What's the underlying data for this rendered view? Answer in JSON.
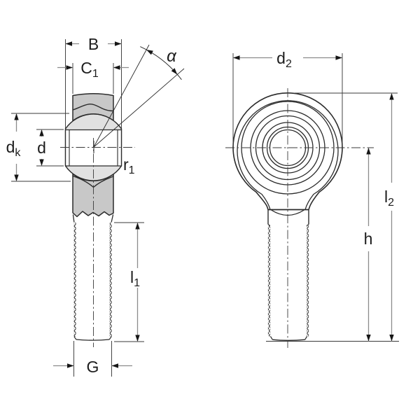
{
  "figure": {
    "type": "technical-drawing",
    "subject": "rod end spherical plain bearing, male thread, two orthographic views"
  },
  "colors": {
    "outline": "#2b2b2b",
    "housing_fill": "#c8c8c8",
    "ball_fill": "#e1e1e1",
    "dimension_line": "#8c8c8c",
    "arrowhead": "#161616",
    "background": "#ffffff"
  },
  "labels": {
    "B": {
      "main": "B",
      "sub": ""
    },
    "C1": {
      "main": "C",
      "sub": "1"
    },
    "alpha": {
      "main": "α",
      "sub": ""
    },
    "dk": {
      "main": "d",
      "sub": "k"
    },
    "d": {
      "main": "d",
      "sub": ""
    },
    "r1": {
      "main": "r",
      "sub": "1"
    },
    "l1": {
      "main": "l",
      "sub": "1"
    },
    "G": {
      "main": "G",
      "sub": ""
    },
    "d2": {
      "main": "d",
      "sub": "2"
    },
    "l2": {
      "main": "l",
      "sub": "2"
    },
    "h": {
      "main": "h",
      "sub": ""
    }
  }
}
